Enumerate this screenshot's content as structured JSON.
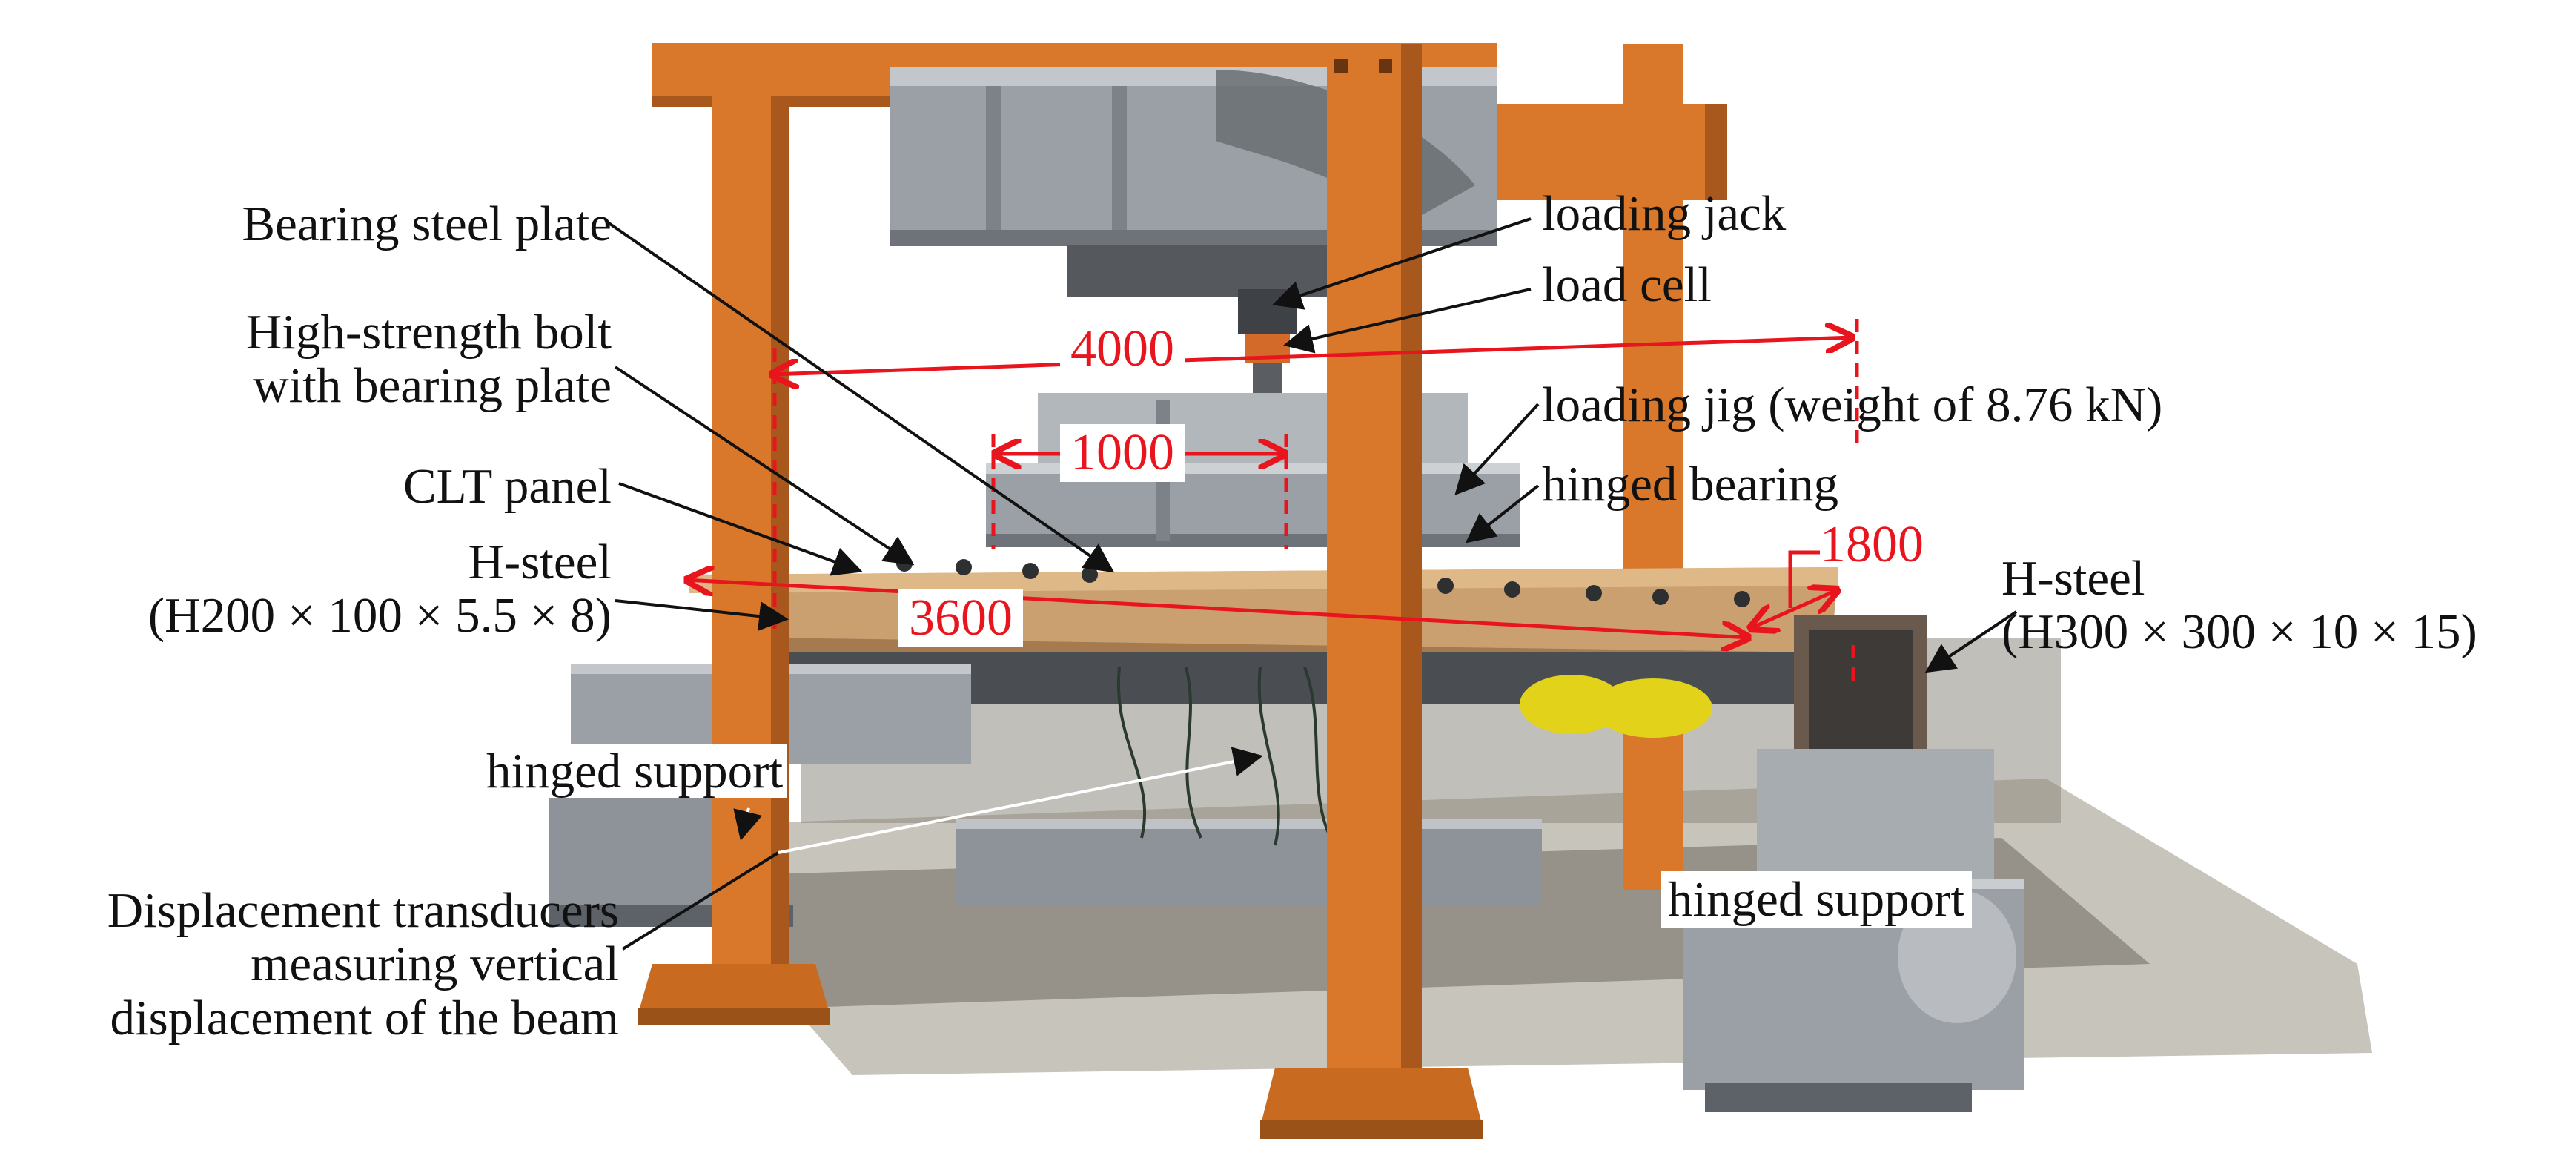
{
  "colors": {
    "frame": "#d9782a",
    "frame_dark": "#a8581c",
    "steel": "#8d9399",
    "steel_light": "#b7bcc1",
    "steel_dark": "#5c6268",
    "timber": "#c69a6a",
    "dimension": "#e8141e",
    "ground": "#9a9890"
  },
  "labels": {
    "bearing_steel_plate": "Bearing steel plate",
    "hs_bolt_line1": "High-strength bolt",
    "hs_bolt_line2": "with bearing plate",
    "clt_panel": "CLT panel",
    "hsteel_left_line1": "H-steel",
    "hsteel_left_line2": "(H200 × 100 × 5.5 × 8)",
    "hinged_support_left": "hinged support",
    "transducers_line1": "Displacement transducers",
    "transducers_line2": "measuring vertical",
    "transducers_line3": "displacement of the beam",
    "loading_jack": "loading jack",
    "load_cell": "load cell",
    "loading_jig": "loading jig (weight of 8.76 kN)",
    "hinged_bearing": "hinged bearing",
    "hsteel_right_line1": "H-steel",
    "hsteel_right_line2": "(H300 × 300 × 10 × 15)",
    "hinged_support_right": "hinged support"
  },
  "dimensions": {
    "span_4000": "4000",
    "span_1000": "1000",
    "span_3600": "3600",
    "span_1800": "1800"
  }
}
